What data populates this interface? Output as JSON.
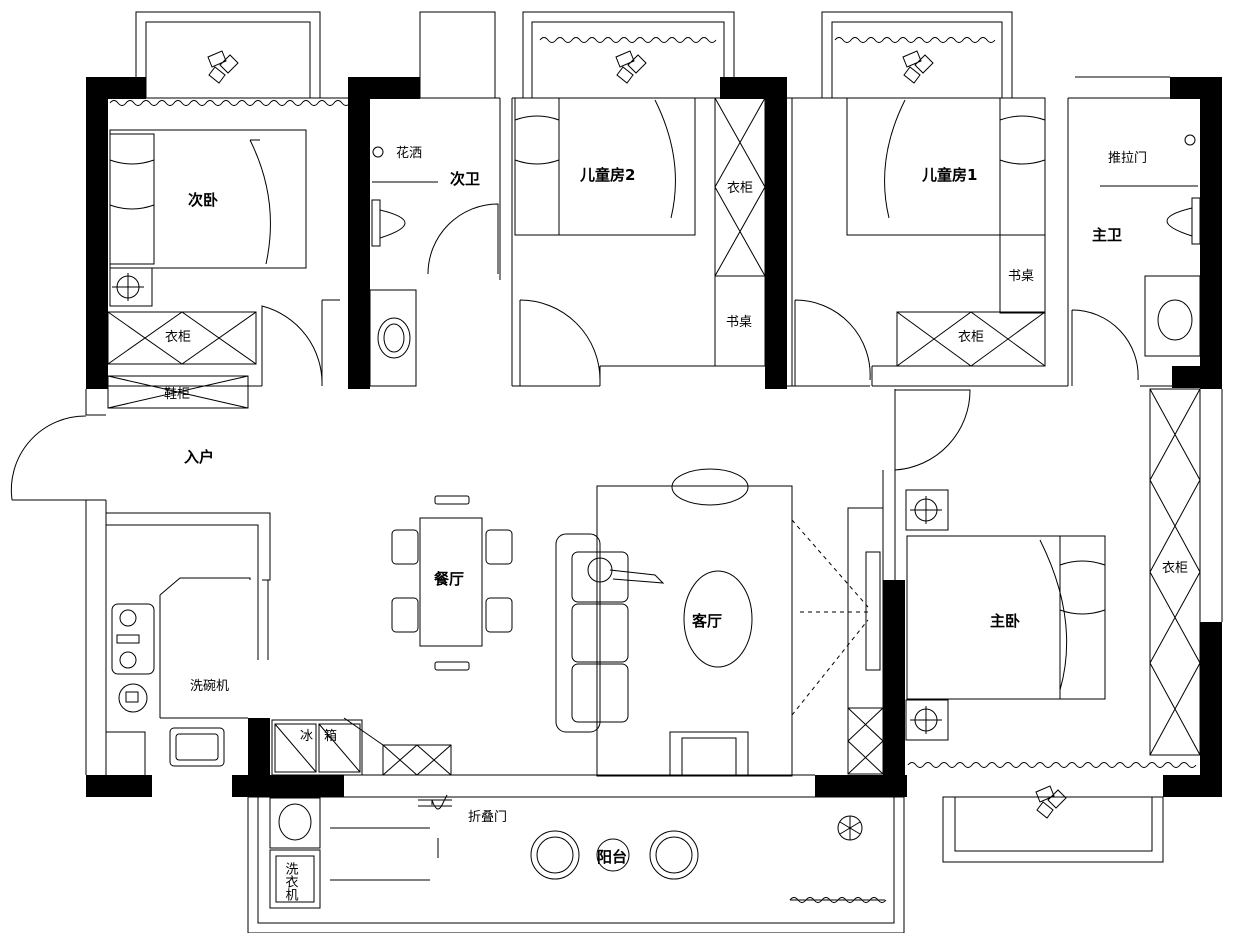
{
  "rooms": {
    "second_bedroom": "次卧",
    "second_bath": "次卫",
    "kids_room_2": "儿童房2",
    "kids_room_1": "儿童房1",
    "master_bath": "主卫",
    "entrance": "入户",
    "dining": "餐厅",
    "living": "客厅",
    "master_bedroom": "主卧",
    "balcony": "阳台"
  },
  "fixtures": {
    "shower": "花洒",
    "sliding_door": "推拉门",
    "wardrobe": "衣柜",
    "wardrobe_kids2": "衣柜",
    "desk_kids2": "书桌",
    "desk_kids1": "书桌",
    "wardrobe_kids1": "衣柜",
    "wardrobe_master": "衣柜",
    "shoe_cabinet": "鞋柜",
    "dishwasher": "洗碗机",
    "fridge_left": "冰",
    "fridge_right": "箱",
    "folding_door": "折叠门",
    "washing_machine": "洗衣机"
  }
}
